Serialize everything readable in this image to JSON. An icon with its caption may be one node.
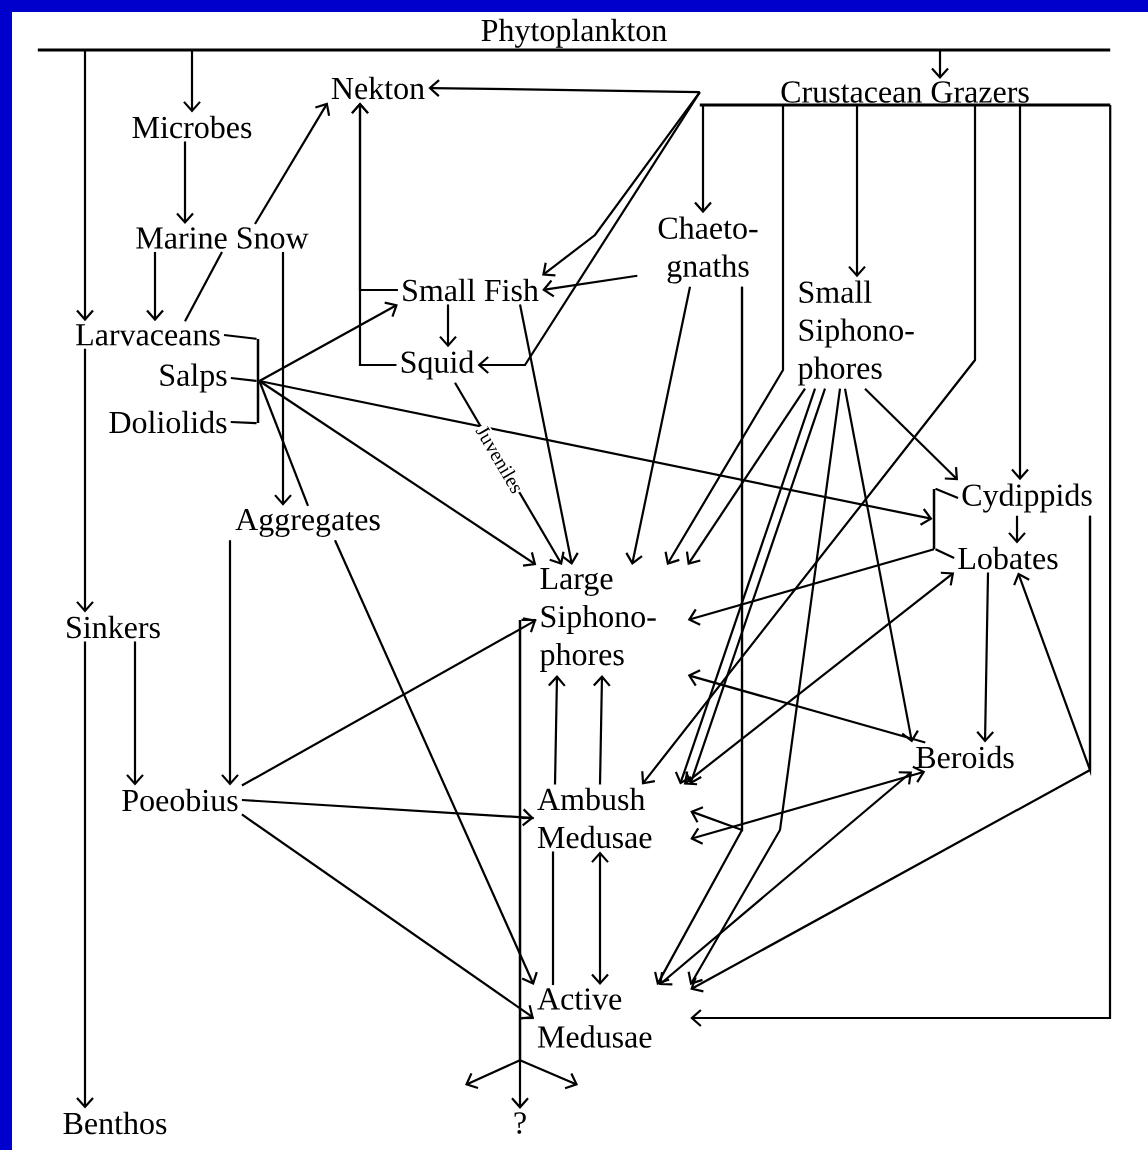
{
  "diagram": {
    "nodes": [
      {
        "text": [
          "Phytoplankton"
        ]
      },
      {
        "text": [
          "Microbes"
        ]
      },
      {
        "text": [
          "Nekton"
        ]
      },
      {
        "text": [
          "Crustacean Grazers"
        ]
      },
      {
        "text": [
          "Marine Snow"
        ]
      },
      {
        "text": [
          "Chaeto- gnaths"
        ]
      },
      {
        "text": [
          "Small Fish"
        ]
      },
      {
        "text": [
          "Small Siphono- phores"
        ]
      },
      {
        "text": [
          "Larvaceans"
        ]
      },
      {
        "text": [
          "Salps"
        ]
      },
      {
        "text": [
          "Doliolids"
        ]
      },
      {
        "text": [
          "Squid"
        ]
      },
      {
        "text": [
          "Aggregates"
        ]
      },
      {
        "text": [
          "Cydippids"
        ]
      },
      {
        "text": [
          "Lobates"
        ]
      },
      {
        "text": [
          "Large Siphono- phores"
        ]
      },
      {
        "text": [
          "Sinkers"
        ]
      },
      {
        "text": [
          "Poeobius"
        ]
      },
      {
        "text": [
          "Beroids"
        ]
      },
      {
        "text": [
          "Ambush Medusae"
        ]
      },
      {
        "text": [
          "Active Medusae"
        ]
      },
      {
        "text": [
          "Benthos"
        ]
      },
      {
        "text": [
          "?"
        ]
      },
      {
        "text": [],
        "shape": "bar"
      },
      {
        "text": [],
        "shape": "bar"
      },
      {
        "text": [],
        "shape": "bar"
      }
    ],
    "edges": [
      {
        "from": 0,
        "to": 1,
        "arrow": "to"
      },
      {
        "from": 0,
        "to": 8,
        "arrow": "to"
      },
      {
        "from": 0,
        "to": 3,
        "arrow": "to"
      },
      {
        "from": 1,
        "to": 4,
        "arrow": "to"
      },
      {
        "from": 4,
        "to": 2,
        "arrow": "to"
      },
      {
        "from": 8,
        "to": 4,
        "arrow": "none"
      },
      {
        "from": 4,
        "to": 8,
        "arrow": "to"
      },
      {
        "from": 4,
        "to": 12,
        "arrow": "to"
      },
      {
        "from": 23,
        "to": 6,
        "arrow": "to"
      },
      {
        "from": 23,
        "to": 12,
        "arrow": "none"
      },
      {
        "from": 23,
        "to": 15,
        "arrow": "to"
      },
      {
        "from": 23,
        "to": 24,
        "arrow": "to"
      },
      {
        "from": 3,
        "to": 2,
        "arrow": "to"
      },
      {
        "from": 6,
        "to": 2,
        "arrow": "to"
      },
      {
        "from": 11,
        "to": 2,
        "arrow": "to"
      },
      {
        "from": 6,
        "to": 11,
        "arrow": "to"
      },
      {
        "from": 3,
        "to": 6,
        "arrow": "to"
      },
      {
        "from": 3,
        "to": 11,
        "arrow": "to"
      },
      {
        "from": 5,
        "to": 6,
        "arrow": "to"
      },
      {
        "from": 3,
        "to": 5,
        "arrow": "to"
      },
      {
        "from": 3,
        "to": 7,
        "arrow": "to"
      },
      {
        "from": 3,
        "to": 13,
        "arrow": "to"
      },
      {
        "from": 3,
        "to": 15,
        "arrow": "to"
      },
      {
        "from": 3,
        "to": 19,
        "arrow": "to"
      },
      {
        "from": 3,
        "to": 20,
        "arrow": "to"
      },
      {
        "from": 5,
        "to": 15,
        "arrow": "to"
      },
      {
        "from": 5,
        "to": 19,
        "arrow": "to"
      },
      {
        "from": 5,
        "to": 20,
        "arrow": "to"
      },
      {
        "from": 6,
        "to": 15,
        "arrow": "to"
      },
      {
        "from": 11,
        "to": 15,
        "arrow": "to",
        "label": "Juveniles"
      },
      {
        "from": 7,
        "to": 13,
        "arrow": "to"
      },
      {
        "from": 7,
        "to": 15,
        "arrow": "to"
      },
      {
        "from": 7,
        "to": 19,
        "arrow": "to"
      },
      {
        "from": 7,
        "to": 19,
        "arrow": "to"
      },
      {
        "from": 7,
        "to": 20,
        "arrow": "to"
      },
      {
        "from": 7,
        "to": 18,
        "arrow": "to"
      },
      {
        "from": 24,
        "to": 15,
        "arrow": "to"
      },
      {
        "from": 19,
        "to": 14,
        "arrow": "both"
      },
      {
        "from": 18,
        "to": 15,
        "arrow": "to"
      },
      {
        "from": 19,
        "to": 18,
        "arrow": "both"
      },
      {
        "from": 14,
        "to": 18,
        "arrow": "to"
      },
      {
        "from": 13,
        "to": 14,
        "arrow": "to"
      },
      {
        "from": 13,
        "to": 14,
        "arrow": "to"
      },
      {
        "from": 13,
        "to": 20,
        "arrow": "to"
      },
      {
        "from": 18,
        "to": 20,
        "arrow": "both"
      },
      {
        "from": 17,
        "to": 15,
        "arrow": "to"
      },
      {
        "from": 17,
        "to": 19,
        "arrow": "to"
      },
      {
        "from": 17,
        "to": 20,
        "arrow": "to"
      },
      {
        "from": 12,
        "to": 17,
        "arrow": "to"
      },
      {
        "from": 12,
        "to": 20,
        "arrow": "to"
      },
      {
        "from": 16,
        "to": 17,
        "arrow": "to"
      },
      {
        "from": 8,
        "to": 16,
        "arrow": "to"
      },
      {
        "from": 16,
        "to": 21,
        "arrow": "to"
      },
      {
        "from": 19,
        "to": 15,
        "arrow": "to"
      },
      {
        "from": 19,
        "to": 15,
        "arrow": "to"
      },
      {
        "from": 20,
        "to": 19,
        "arrow": "none"
      },
      {
        "from": 19,
        "to": 20,
        "arrow": "both"
      },
      {
        "from": 25,
        "to": 22,
        "arrow": "to"
      },
      {
        "from": 25,
        "to": null,
        "arrow": "to"
      },
      {
        "from": 25,
        "to": null,
        "arrow": "to"
      },
      {
        "from": 8,
        "to": 23,
        "arrow": "none"
      },
      {
        "from": 9,
        "to": 23,
        "arrow": "none"
      },
      {
        "from": 10,
        "to": 23,
        "arrow": "none"
      },
      {
        "from": 13,
        "to": 24,
        "arrow": "none"
      },
      {
        "from": 14,
        "to": 24,
        "arrow": "none"
      },
      {
        "from": 15,
        "to": 25,
        "arrow": "none"
      },
      {
        "from": 19,
        "to": 25,
        "arrow": "none"
      },
      {
        "from": 20,
        "to": 25,
        "arrow": "none"
      }
    ]
  }
}
